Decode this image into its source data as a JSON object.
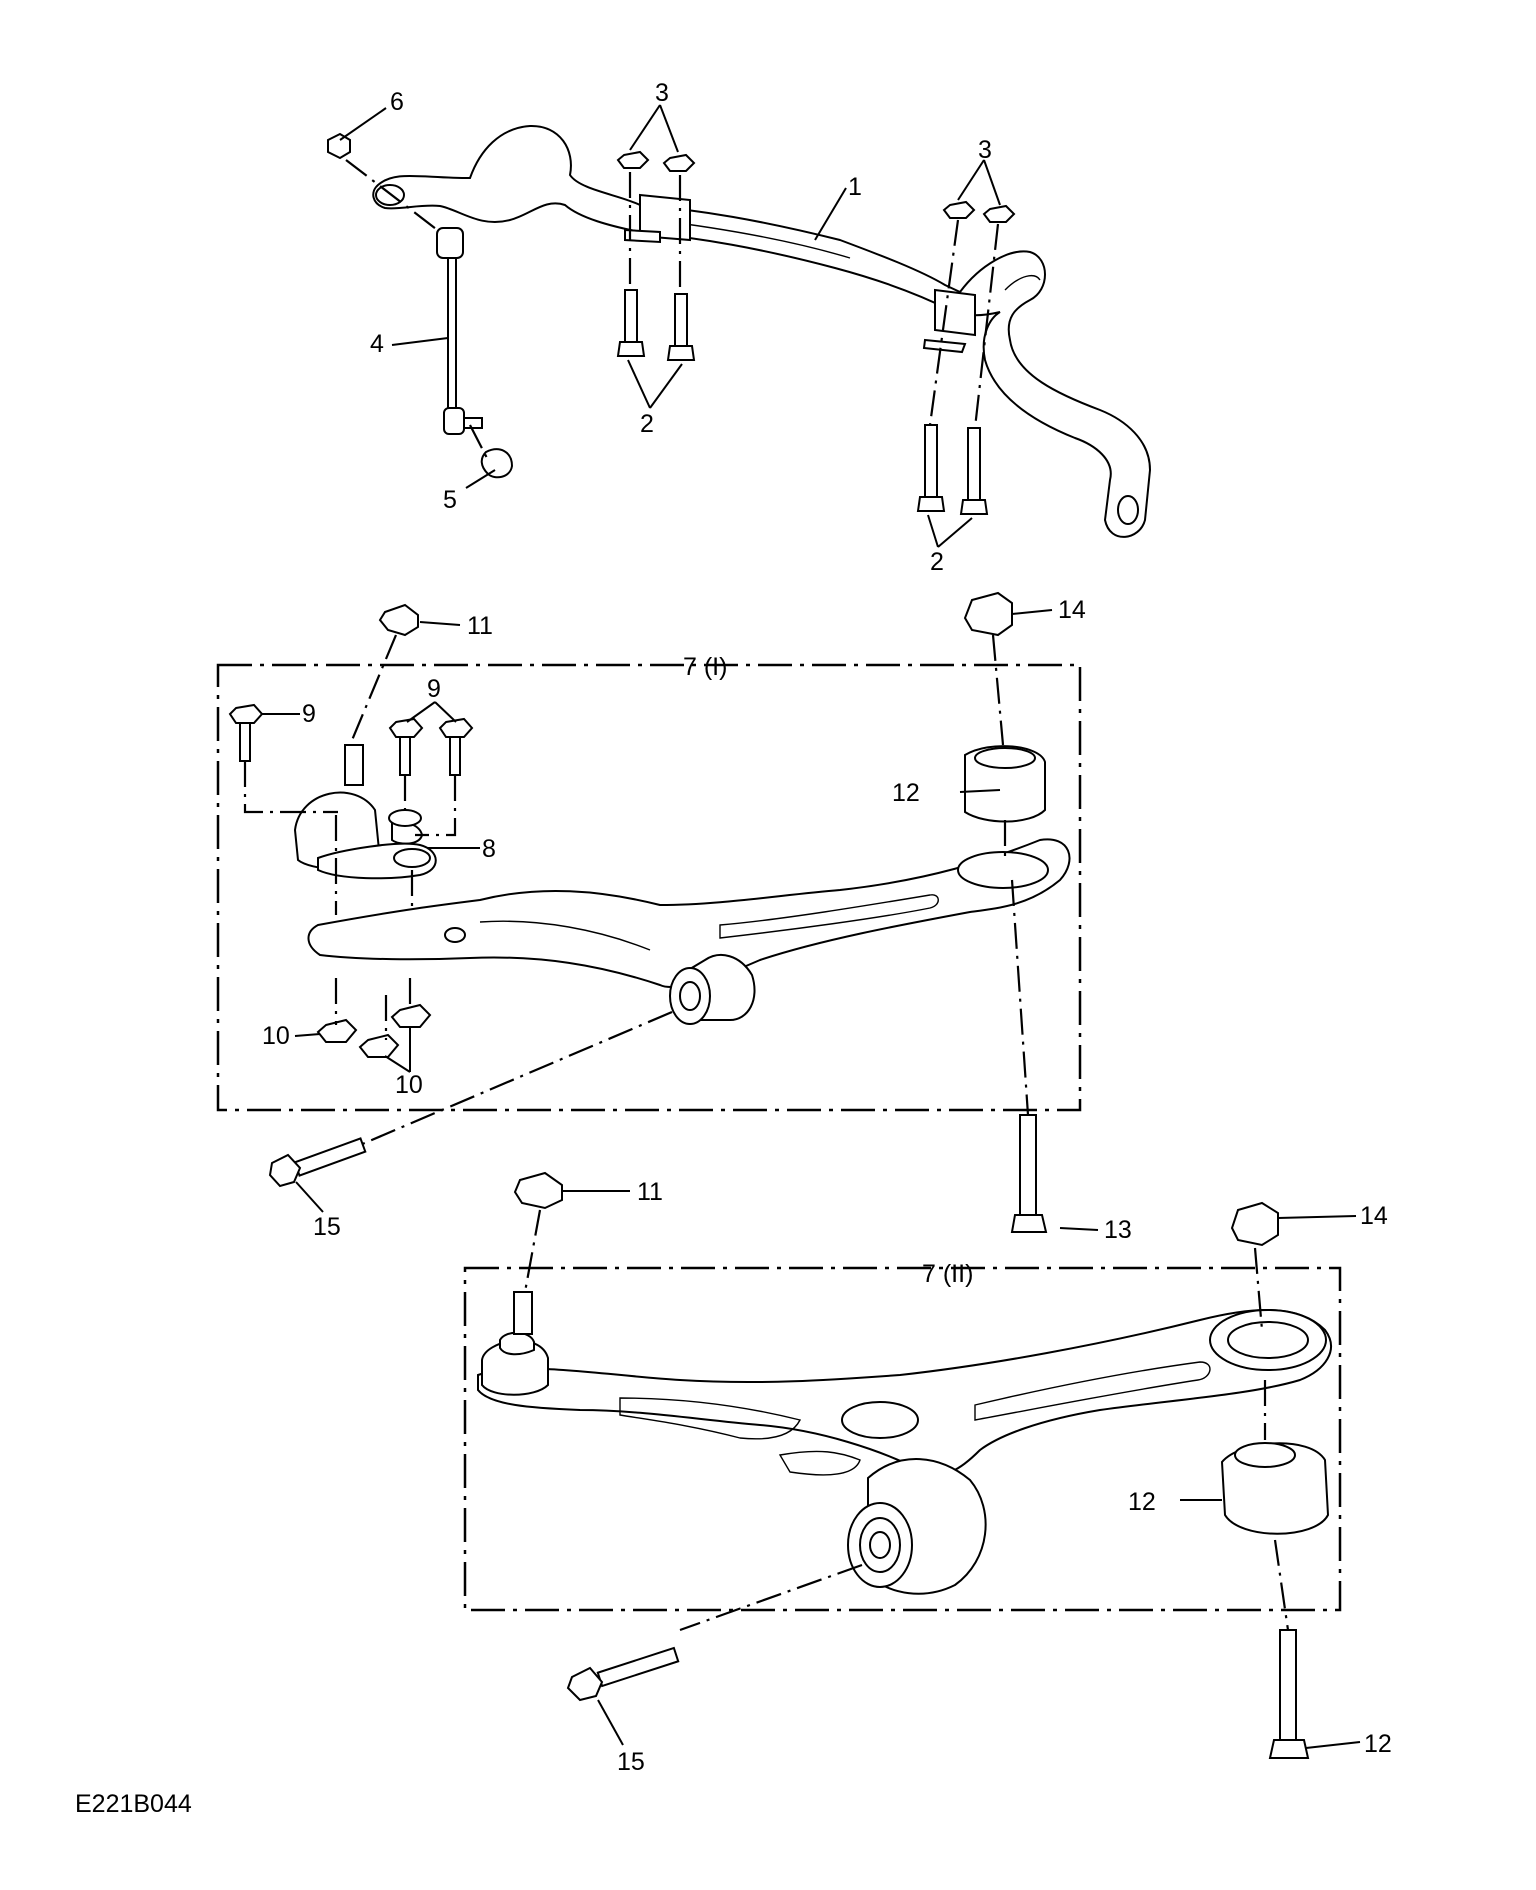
{
  "figure_id": "E221B044",
  "callouts": {
    "c1": "1",
    "c2a": "2",
    "c2b": "2",
    "c3a": "3",
    "c3b": "3",
    "c4": "4",
    "c5": "5",
    "c6": "6",
    "c7a": "7 (I)",
    "c7b": "7  (II)",
    "c8": "8",
    "c9a": "9",
    "c9b": "9",
    "c10a": "10",
    "c10b": "10",
    "c11a": "11",
    "c11b": "11",
    "c12a": "12",
    "c12b": "12",
    "c12c": "12",
    "c13": "13",
    "c14a": "14",
    "c14b": "14",
    "c15a": "15",
    "c15b": "15"
  }
}
